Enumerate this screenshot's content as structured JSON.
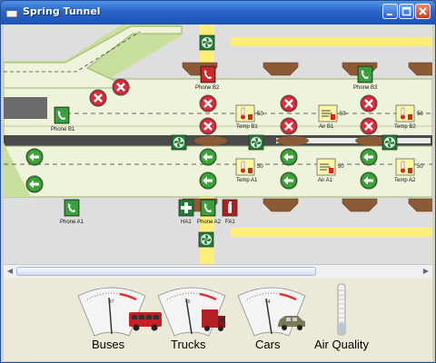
{
  "window": {
    "title": "Spring Tunnel"
  },
  "tunnel": {
    "phones": [
      "Phone B2",
      "Phone B3",
      "Phone B1",
      "Phone A1",
      "Phone A2"
    ],
    "temps": [
      "Temp B1",
      "Temp B2",
      "Temp A1",
      "Temp A2"
    ],
    "air": [
      "Air B1",
      "Air A1"
    ],
    "devices": [
      "HA1",
      "FA1"
    ],
    "sensor_values": {
      "temp_b1": "50",
      "air_b1": "50",
      "temp_b2": "50",
      "temp_a1": "50",
      "air_a1": "50",
      "temp_a2": "50"
    }
  },
  "gauges": {
    "buses": {
      "label": "Buses",
      "value": "47"
    },
    "trucks": {
      "label": "Trucks",
      "value": "40"
    },
    "cars": {
      "label": "Cars",
      "value": "44"
    },
    "air_quality": {
      "label": "Air Quality",
      "level": 0.22
    }
  },
  "colors": {
    "road": "#eef4da",
    "grass": "#c9df9d",
    "marking": "#ffee77",
    "closed": "#cc1f2f",
    "open": "#2f9a2a"
  }
}
